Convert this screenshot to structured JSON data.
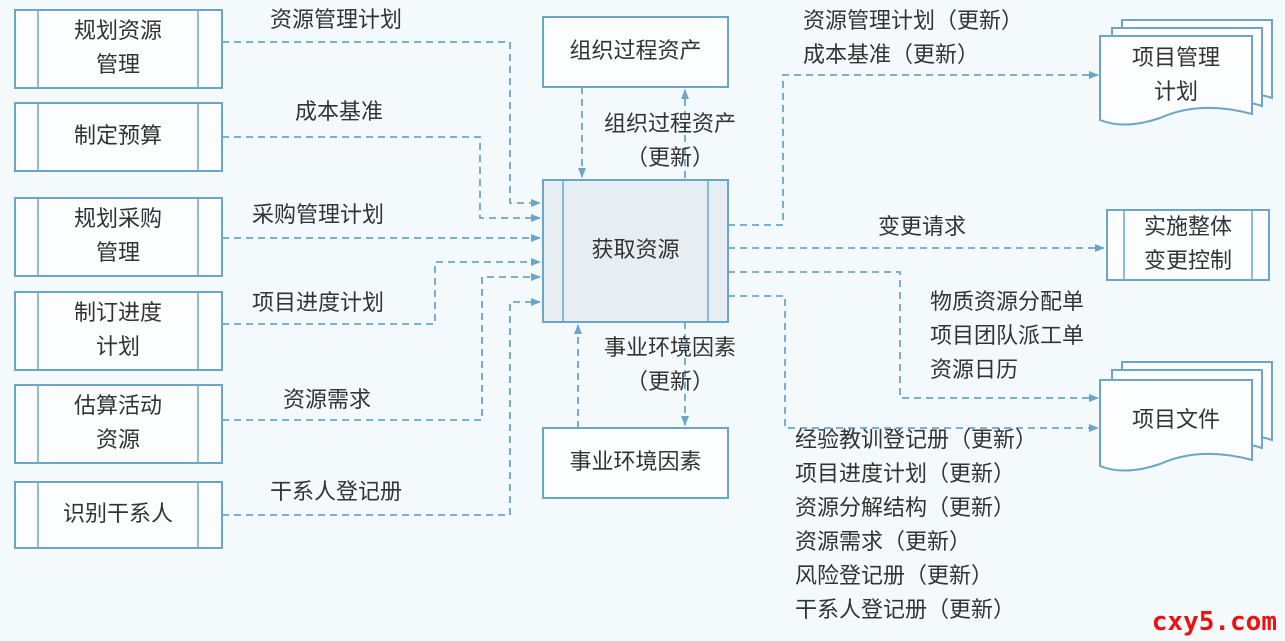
{
  "inputs": [
    {
      "name": "规划资源\n管理",
      "flow": "资源管理计划"
    },
    {
      "name": "制定预算",
      "flow": "成本基准"
    },
    {
      "name": "规划采购\n管理",
      "flow": "采购管理计划"
    },
    {
      "name": "制订进度\n计划",
      "flow": "项目进度计划"
    },
    {
      "name": "估算活动\n资源",
      "flow": "资源需求"
    },
    {
      "name": "识别干系人",
      "flow": "干系人登记册"
    }
  ],
  "center": "获取资源",
  "org_assets": "组织过程资产",
  "org_assets_update": "组织过程资产\n（更新）",
  "env_factors": "事业环境因素",
  "env_factors_update": "事业环境因素\n（更新）",
  "outputs": {
    "plan_updates": "资源管理计划（更新）\n成本基准（更新）",
    "plan_doc": "项目管理\n计划",
    "change_req": "变更请求",
    "change_ctrl": "实施整体\n变更控制",
    "resource_assign": "物质资源分配单\n项目团队派工单\n资源日历",
    "project_docs": "项目文件",
    "doc_updates": "经验教训登记册（更新）\n项目进度计划（更新）\n资源分解结构（更新）\n资源需求（更新）\n风险登记册（更新）\n干系人登记册（更新）"
  },
  "watermark": "cxy5.com"
}
